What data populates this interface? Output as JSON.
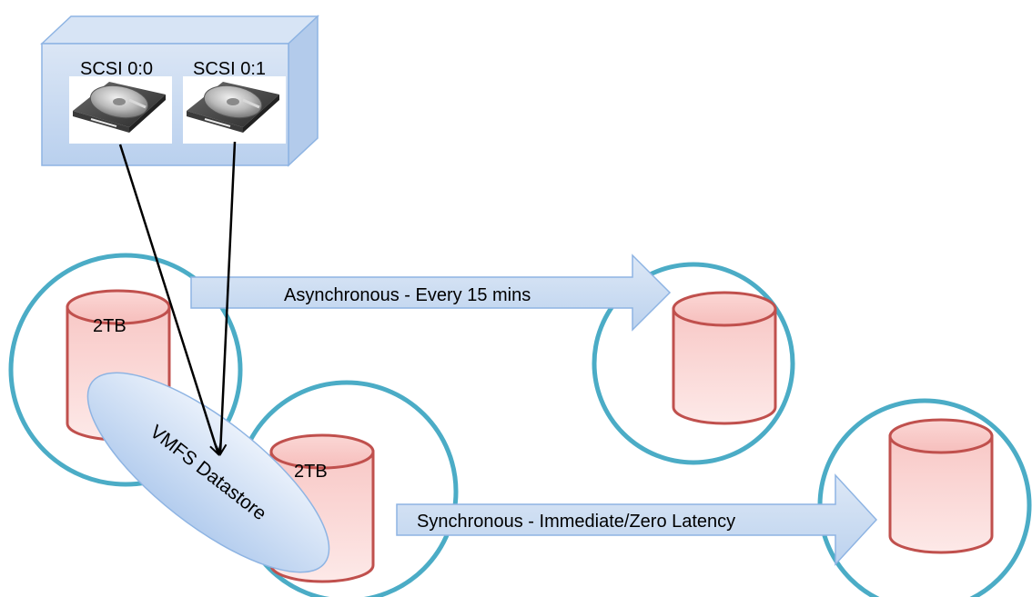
{
  "disks": [
    {
      "label": "SCSI 0:0",
      "icon": "hard-drive-icon"
    },
    {
      "label": "SCSI 0:1",
      "icon": "hard-drive-icon"
    }
  ],
  "cylinders": {
    "primary_label": "2TB",
    "secondary_label": "2TB"
  },
  "datastore": {
    "label": "VMFS Datastore"
  },
  "arrows": {
    "async_label": "Asynchronous -  Every 15 mins",
    "sync_label": "Synchronous -  Immediate/Zero Latency"
  },
  "colors": {
    "site_ring": "#4bacc6",
    "cylinder_stroke": "#c0504d",
    "cylinder_fill": "#f4b6b4",
    "box_fill": "#c6d9f1",
    "arrow_fill": "#c6d9f1",
    "arrow_stroke": "#8eb4e3"
  }
}
